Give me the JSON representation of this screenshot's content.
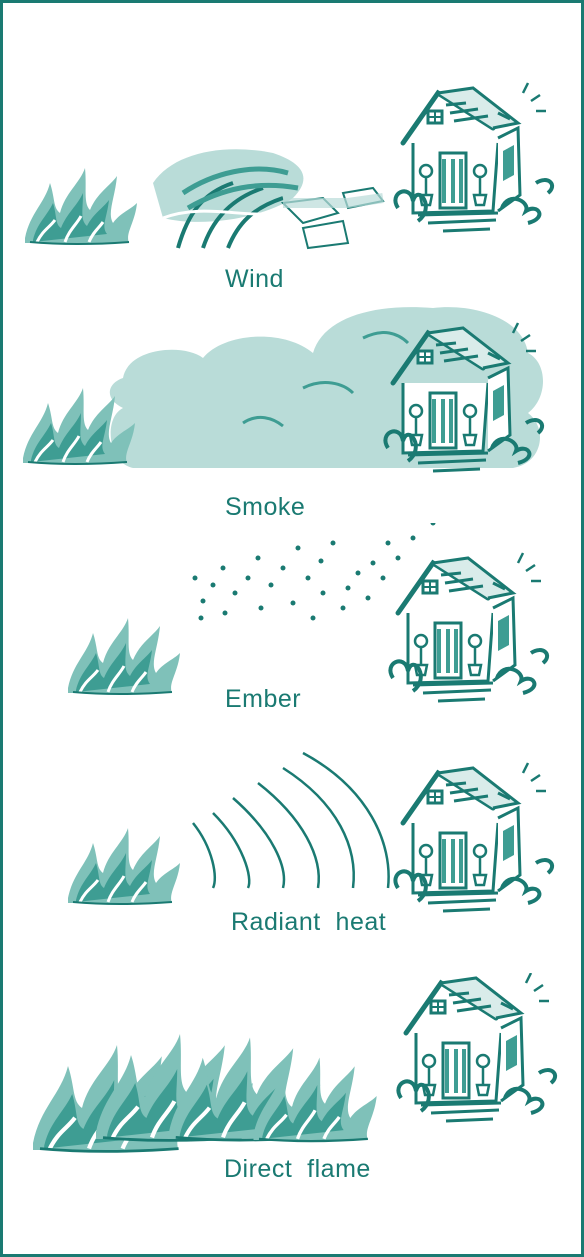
{
  "palette": {
    "border": "#1a7a72",
    "ink": "#1a7a72",
    "fill_light": "#b9dcd8",
    "fill_mid": "#7fc1b9",
    "fill_dark": "#3e9d93"
  },
  "panels": [
    {
      "id": "wind",
      "caption": "Wind",
      "icons": [
        "fire-icon",
        "wind-bent-tree-icon",
        "flying-debris-icon",
        "house-icon"
      ]
    },
    {
      "id": "smoke",
      "caption": "Smoke",
      "icons": [
        "fire-icon",
        "smoke-cloud-icon",
        "house-icon"
      ]
    },
    {
      "id": "ember",
      "caption": "Ember",
      "icons": [
        "fire-icon",
        "ember-dots-icon",
        "house-icon"
      ]
    },
    {
      "id": "radiant-heat",
      "caption": "Radiant  heat",
      "icons": [
        "fire-icon",
        "heat-waves-icon",
        "house-icon"
      ]
    },
    {
      "id": "direct-flame",
      "caption": "Direct  flame",
      "icons": [
        "wide-fire-icon",
        "house-icon"
      ]
    }
  ]
}
